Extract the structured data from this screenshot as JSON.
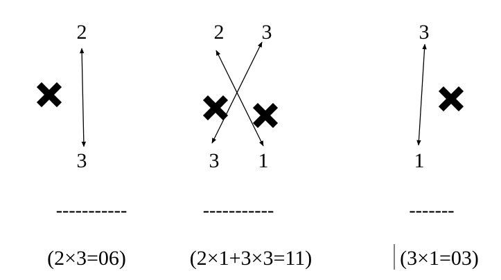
{
  "groups": [
    {
      "top_digits": [
        "2"
      ],
      "bottom_digits": [
        "3"
      ],
      "separator": "-----------",
      "equation": "(2×3=06)"
    },
    {
      "top_digits": [
        "2",
        "3"
      ],
      "bottom_digits": [
        "3",
        "1"
      ],
      "separator": "-----------",
      "equation": "(2×1+3×3=11)"
    },
    {
      "top_digits": [
        "3"
      ],
      "bottom_digits": [
        "1"
      ],
      "separator": "-------",
      "equation": "(3×1=03)"
    }
  ],
  "colors": {
    "ink": "#000000",
    "background": "#ffffff"
  },
  "icons": [
    "cross-mark-icon"
  ]
}
